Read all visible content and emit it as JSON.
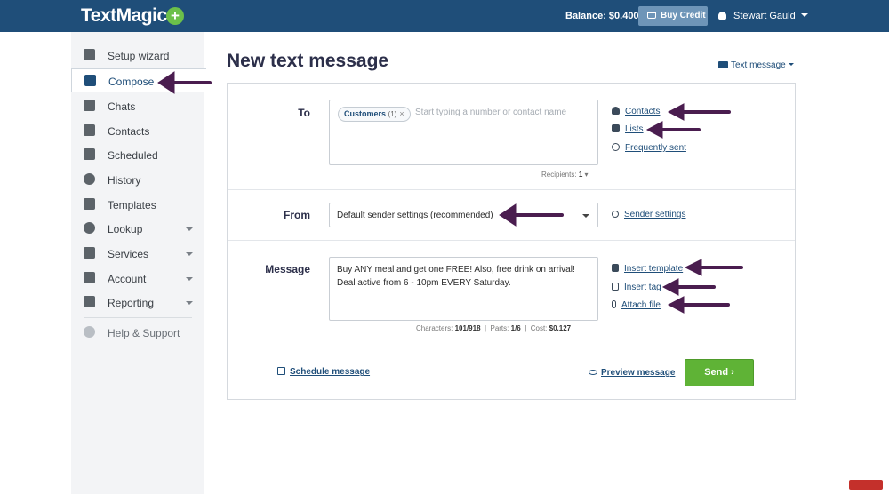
{
  "header": {
    "logo": "TextMagic",
    "balance": "Balance: $0.400",
    "buy_credit": "Buy Credit",
    "user_name": "Stewart Gauld"
  },
  "sidebar": {
    "items": [
      {
        "label": "Setup wizard"
      },
      {
        "label": "Compose"
      },
      {
        "label": "Chats"
      },
      {
        "label": "Contacts"
      },
      {
        "label": "Scheduled"
      },
      {
        "label": "History"
      },
      {
        "label": "Templates"
      },
      {
        "label": "Lookup"
      },
      {
        "label": "Services"
      },
      {
        "label": "Account"
      },
      {
        "label": "Reporting"
      },
      {
        "label": "Help & Support"
      }
    ]
  },
  "main": {
    "title": "New text message",
    "message_type": "Text message",
    "to": {
      "label": "To",
      "chip_name": "Customers",
      "chip_count": "(1)",
      "placeholder": "Start typing a number or contact name",
      "recipients_label": "Recipients:",
      "recipients_count": "1",
      "links": {
        "contacts": "Contacts",
        "lists": "Lists",
        "frequently_sent": "Frequently sent"
      }
    },
    "from": {
      "label": "From",
      "selected": "Default sender settings (recommended)",
      "sender_settings": "Sender settings"
    },
    "message": {
      "label": "Message",
      "text": "Buy ANY meal and get one FREE! Also, free drink on arrival!\nDeal active from 6 - 10pm EVERY Saturday.",
      "characters_label": "Characters:",
      "characters": "101/918",
      "parts_label": "Parts:",
      "parts": "1/6",
      "cost_label": "Cost:",
      "cost": "$0.127",
      "links": {
        "insert_template": "Insert template",
        "insert_tag": "Insert tag",
        "attach_file": "Attach file"
      }
    },
    "footer": {
      "schedule": "Schedule message",
      "preview": "Preview message",
      "send": "Send ›"
    }
  },
  "colors": {
    "header_bg": "#1f4e79",
    "accent_green": "#5fb336",
    "arrow": "#4a1d4f"
  }
}
